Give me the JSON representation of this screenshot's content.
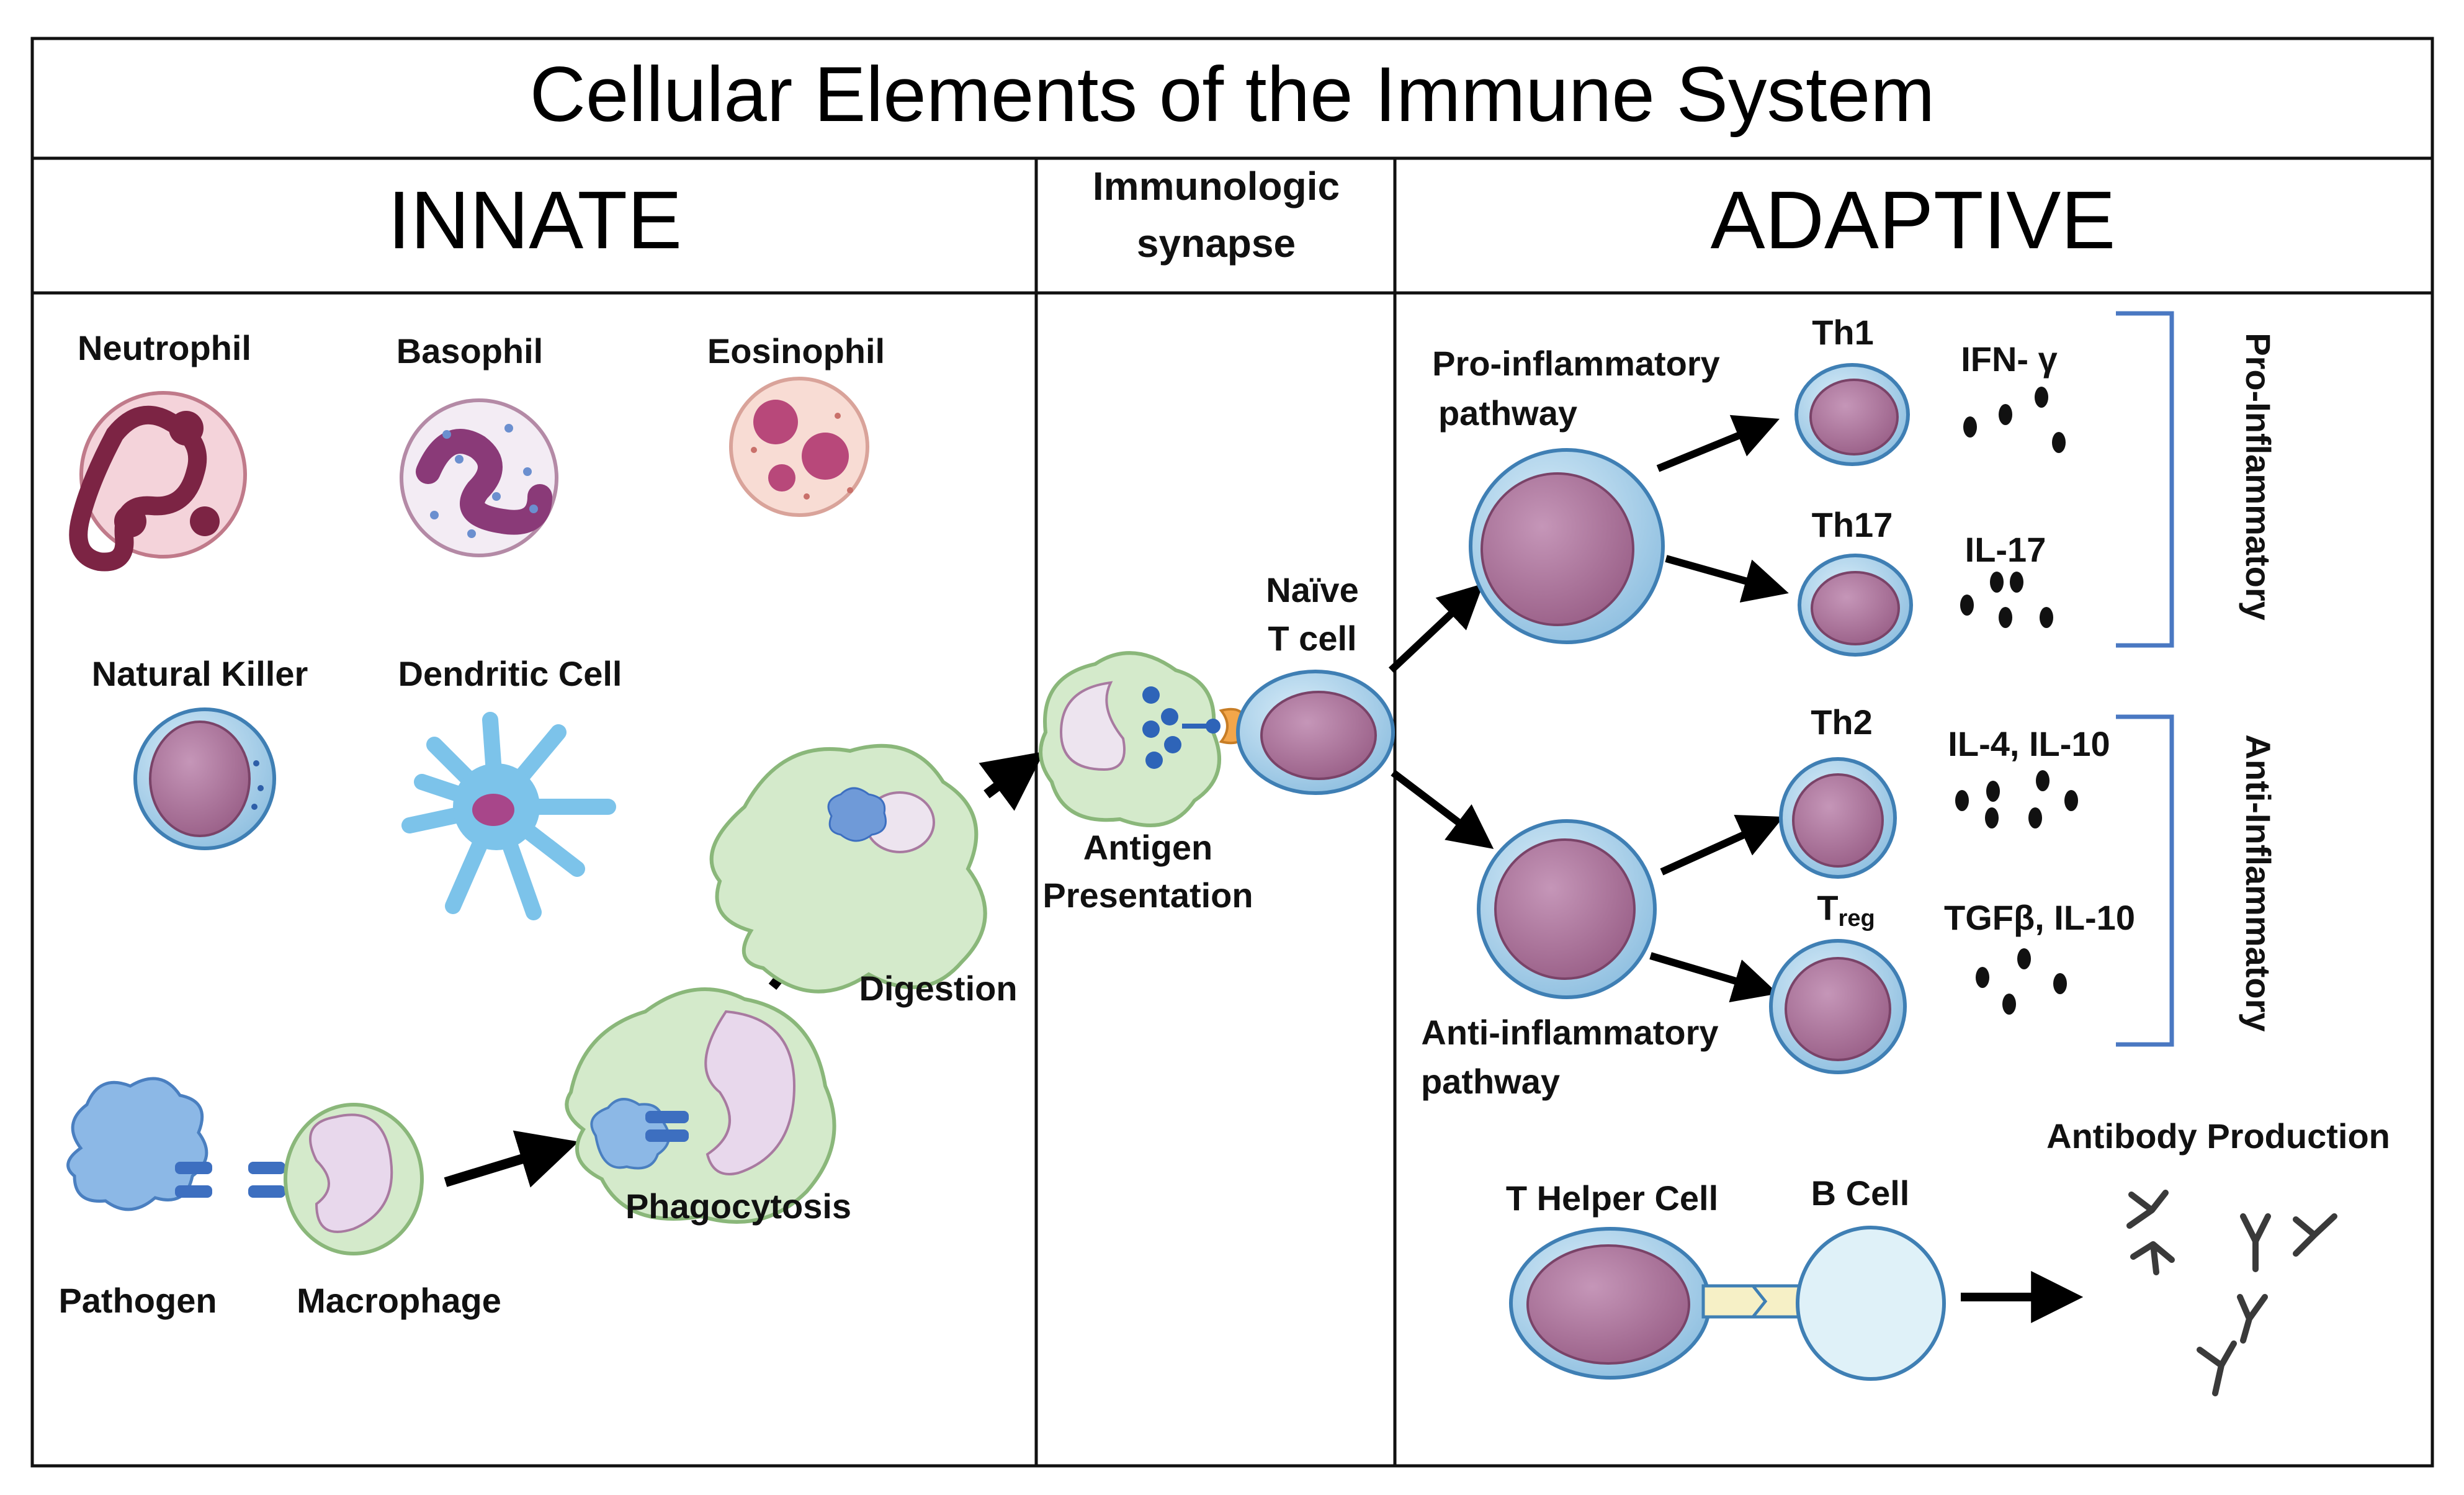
{
  "title": "Cellular Elements of the Immune System",
  "sections": {
    "innate": "INNATE",
    "synapse_line1": "Immunologic",
    "synapse_line2": "synapse",
    "adaptive": "ADAPTIVE"
  },
  "innate_cells": {
    "neutrophil": "Neutrophil",
    "basophil": "Basophil",
    "eosinophil": "Eosinophil",
    "natural_killer": "Natural Killer",
    "dendritic": "Dendritic Cell"
  },
  "phagocytosis_flow": {
    "pathogen": "Pathogen",
    "macrophage": "Macrophage",
    "phagocytosis": "Phagocytosis",
    "digestion": "Digestion"
  },
  "synapse": {
    "antigen_line1": "Antigen",
    "antigen_line2": "Presentation",
    "naive_line1": "Naïve",
    "naive_line2": "T cell"
  },
  "adaptive": {
    "pro_line1": "Pro-inflammatory",
    "pro_line2": "pathway",
    "anti_line1": "Anti-inflammatory",
    "anti_line2": "pathway",
    "th1": "Th1",
    "th17": "Th17",
    "th2": "Th2",
    "treg_main": "T",
    "treg_sub": "reg",
    "ifn": "IFN- γ",
    "il17": "IL-17",
    "il4": "IL-4, IL-10",
    "tgfb": "TGFβ, IL-10",
    "bracket_pro": "Pro-Inflammatory",
    "bracket_anti": "Anti-Inflammatory",
    "t_helper": "T Helper Cell",
    "b_cell": "B Cell",
    "antibody": "Antibody Production"
  },
  "colors": {
    "cell_membrane": "#a9cde8",
    "cell_nucleus": "#b07a9e",
    "macrophage": "#cfe6c7",
    "neutrophil": "#f2cfd6",
    "dendritic": "#7cc3ea",
    "bracket": "#4a78c2",
    "b_cell": "#dff1f8"
  }
}
